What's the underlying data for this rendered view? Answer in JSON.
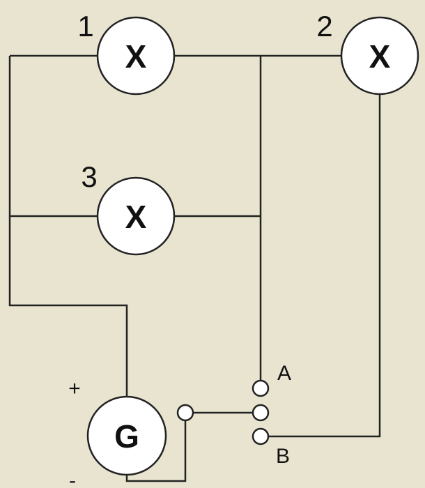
{
  "diagram": {
    "lamps": [
      {
        "id": "1",
        "number": "1",
        "symbol": "X"
      },
      {
        "id": "2",
        "number": "2",
        "symbol": "X"
      },
      {
        "id": "3",
        "number": "3",
        "symbol": "X"
      }
    ],
    "generator": {
      "symbol": "G",
      "plus": "+",
      "minus": "-"
    },
    "switch_terminals": {
      "a": "A",
      "b": "B"
    },
    "colors": {
      "background": "#e8e4d0",
      "wire": "#222222",
      "component_fill": "#ffffff"
    }
  }
}
